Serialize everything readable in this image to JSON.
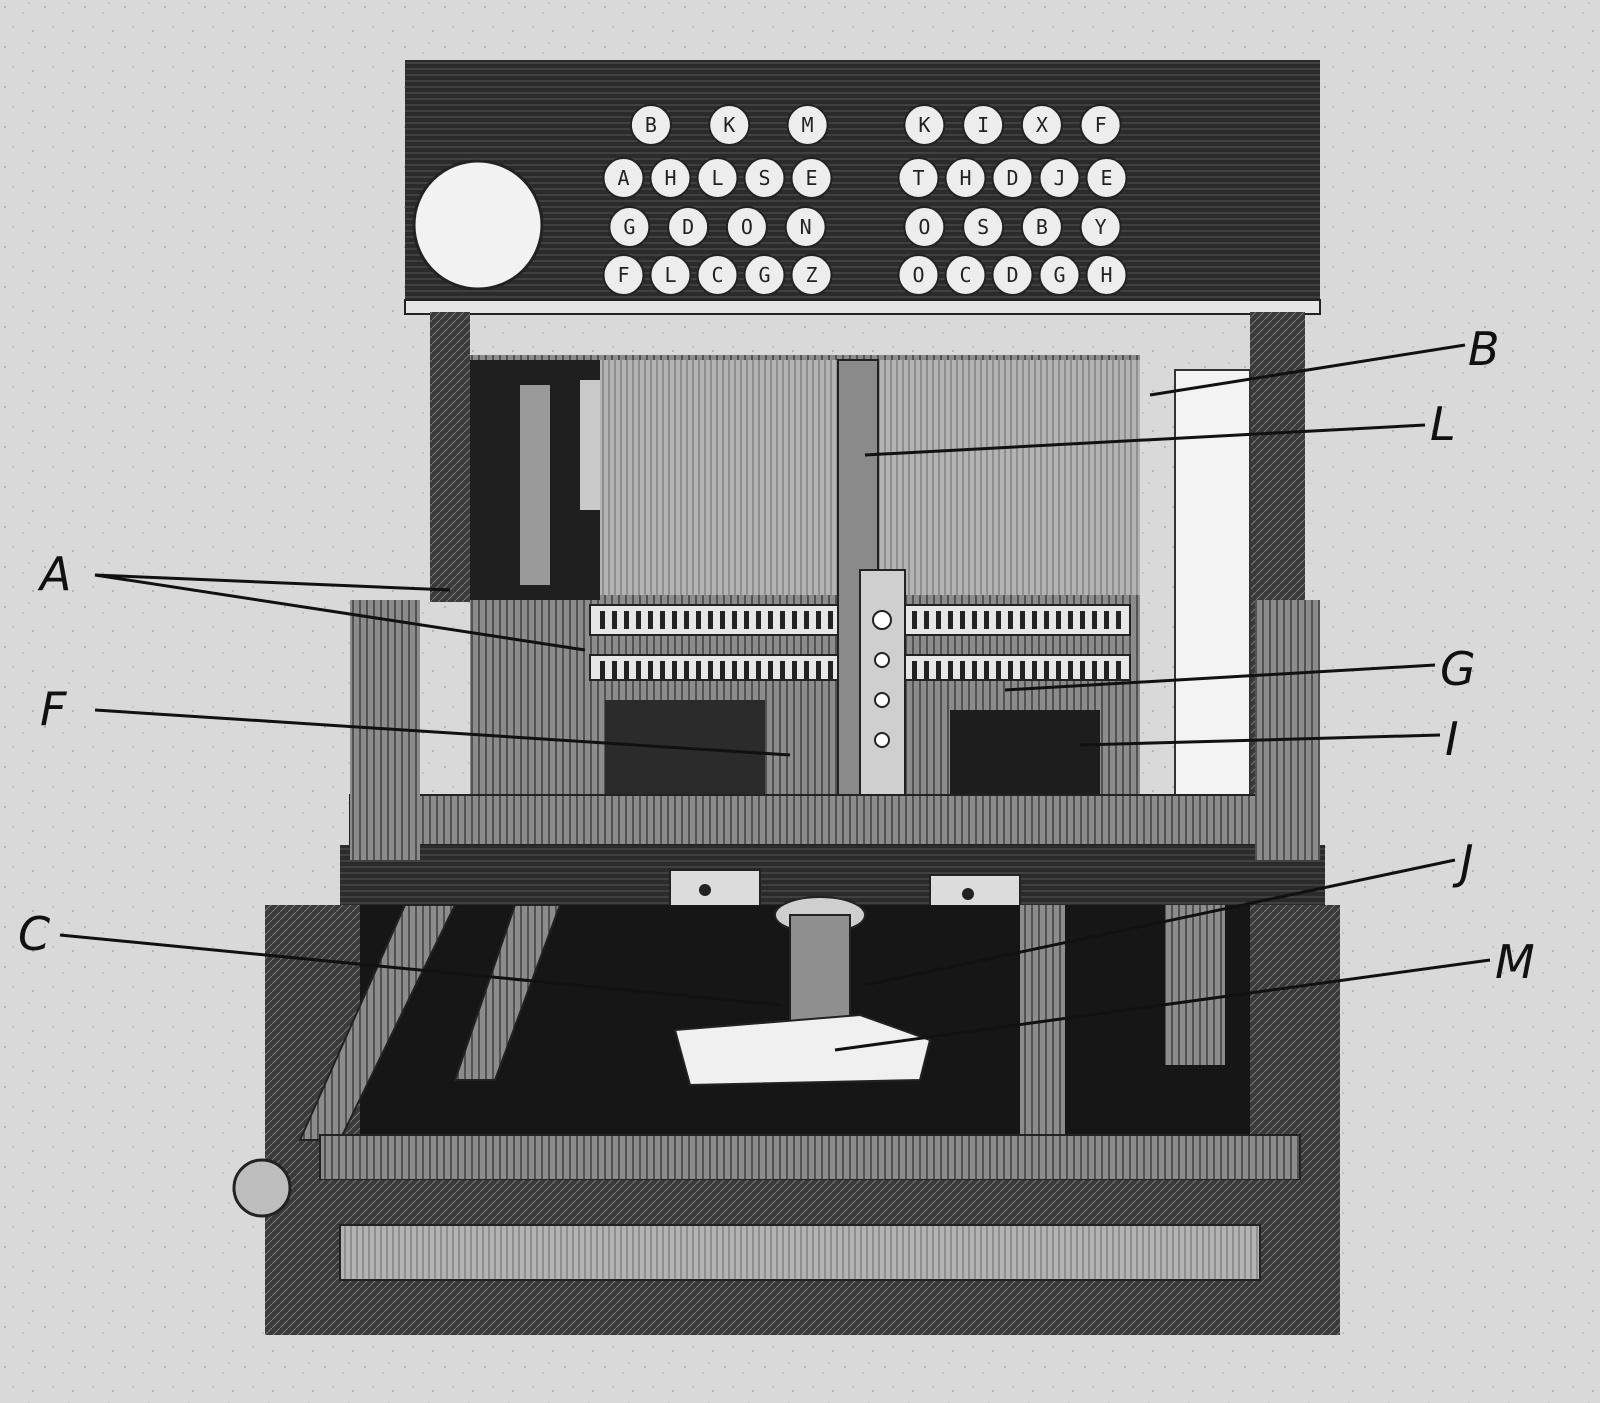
{
  "figure": {
    "kind": "engraving of a keyboard-operated machine",
    "keyboard": {
      "left_rows": [
        [
          "B",
          "K",
          "M"
        ],
        [
          "A",
          "H",
          "L",
          "S",
          "E"
        ],
        [
          "G",
          "D",
          "O",
          "N"
        ],
        [
          "F",
          "L",
          "C",
          "G",
          "Z"
        ]
      ],
      "right_rows": [
        [
          "K",
          "I",
          "X",
          "F"
        ],
        [
          "T",
          "H",
          "D",
          "J",
          "E"
        ],
        [
          "O",
          "S",
          "B",
          "Y"
        ],
        [
          "O",
          "C",
          "D",
          "G",
          "H"
        ]
      ]
    },
    "labels": [
      "A",
      "B",
      "C",
      "F",
      "G",
      "I",
      "J",
      "L",
      "M"
    ],
    "colors": {
      "paper": "#d9d9d9",
      "ink": "#111111",
      "panel": "#2a2a2a",
      "mid": "#6a6a6a",
      "light": "#bdbdbd"
    }
  }
}
